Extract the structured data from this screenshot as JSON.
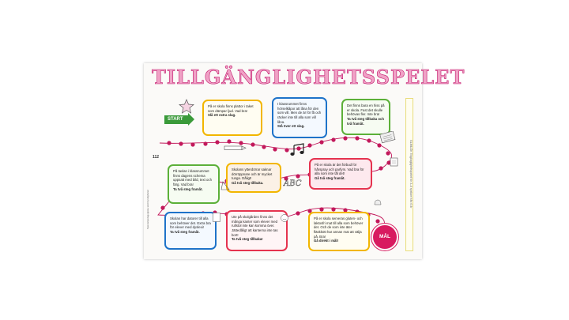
{
  "title": "Tillgänglighetsspelet",
  "spine": {
    "left_text": "Specialpedagogiska skolmyndigheten",
    "page_number": "112",
    "right_text": "GLIMLÖK Tillgänglighetsspelet för 3–6 spelare från 6 år"
  },
  "start_label": "START",
  "goal_label": "MÅL",
  "icons": [
    "star-doodle",
    "pencil-doodle",
    "music-note-doodle",
    "keyboard-doodle",
    "book-doodle",
    "abc-doodle",
    "sheet-doodle",
    "bell-doodle",
    "triangle-doodle",
    "smiley-doodle"
  ],
  "colors": {
    "path": "#c2185b",
    "title_fill": "#f0a2c6",
    "title_stroke": "#c2166b",
    "start": "#3a9a3a",
    "goal": "#d81b60"
  },
  "cards": [
    {
      "text": "På er skola finns plattor i taket som dämpar ljud. Vad bra!",
      "action": "Slå ett extra slag."
    },
    {
      "text": "I klassrummet finns hörselkåpor att låna för den som vill. Men de är för få och räcker inte till alla som vill låna.",
      "action": "Stå över ett slag."
    },
    {
      "text": "Det finns bara en hiss på er skola. Fast det skulle behövas fler. Inte bra!",
      "action": "Ta två steg tillbaka och två framåt."
    },
    {
      "text": "På tavlan i klassrummet finns dagens schema uppsatt med bild, text och färg. Vad bra!",
      "action": "Ta två steg framåt."
    },
    {
      "text": "Skolans ytterdörrar saknar dörröppnare och är mycket tunga. Dåligt!",
      "action": "Gå två steg tillbaka."
    },
    {
      "text": "På er skola är det förbud för hårspray och parfym. Vad bra för alla som inte tål det!",
      "action": "Gå två steg framåt."
    },
    {
      "text": "Skolan har datorer till alla som behöver det. Extra bra för elever med dyslexi!",
      "action": "Ta två steg framåt."
    },
    {
      "text": "Ute på skolgården finns det många kanter som elever med rullstol inte kan komma över. Jättedåligt att kanterna inte tas bort!",
      "action": "Ta två steg tillbaka!"
    },
    {
      "text": "På er skola serveras gluten- och laktosfri mat till alla som behöver det. Och de som inte äter fläskkött har annan mat att välja på. Bra!",
      "action": "Gå direkt i mål!"
    }
  ]
}
